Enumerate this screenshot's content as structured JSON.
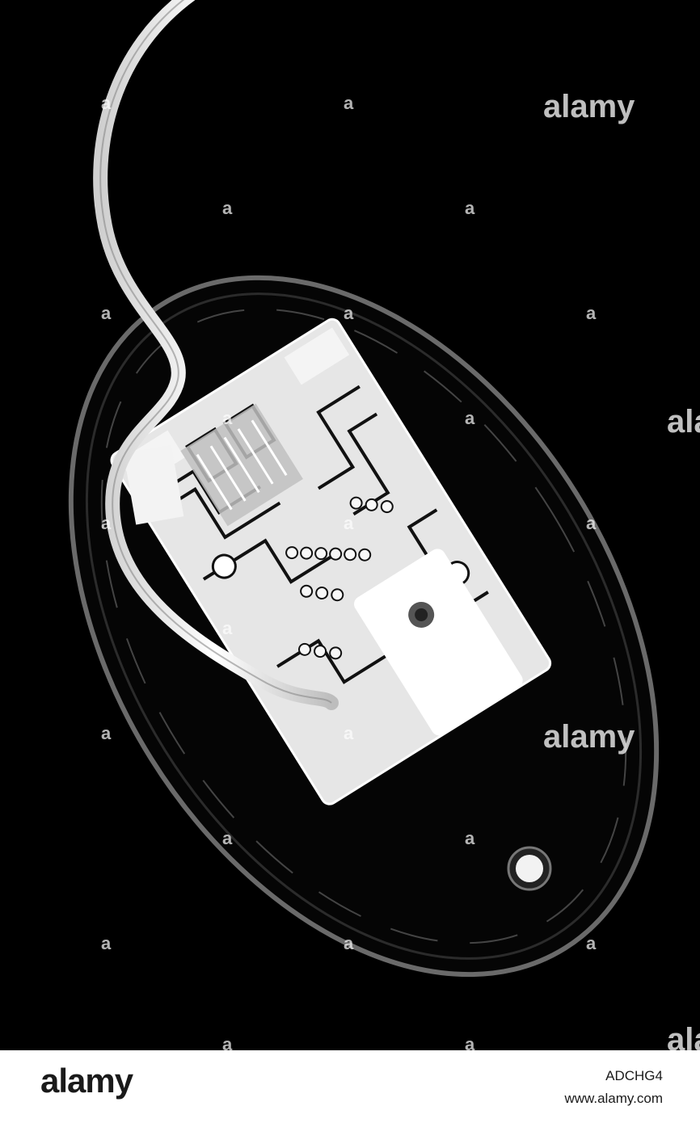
{
  "image": {
    "subject": "x-ray-computer-mouse",
    "palette": {
      "background": "#000000",
      "bright": "#f2f2f2",
      "mid": "#9a9a9a",
      "trace": "#111111",
      "footer_bg": "#ffffff",
      "footer_text": "#1a1a1a"
    }
  },
  "watermark": {
    "word": "alamy"
  },
  "footer": {
    "logo": "alamy",
    "image_code": "ADCHG4",
    "website": "www.alamy.com"
  }
}
